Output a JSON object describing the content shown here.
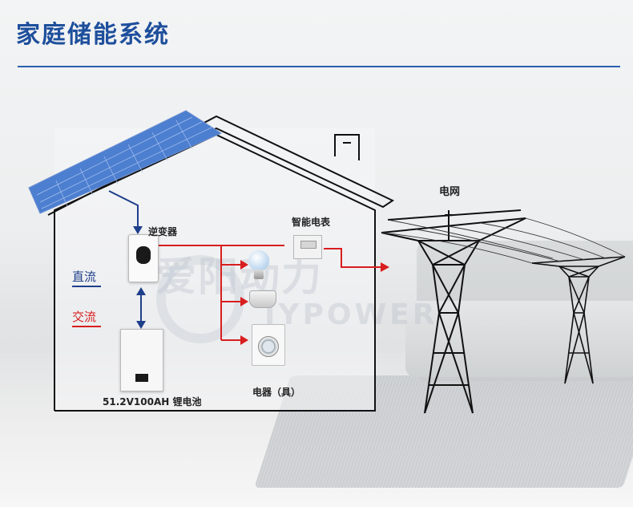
{
  "header": {
    "title": "家庭储能系统"
  },
  "labels": {
    "inverter": "逆变器",
    "meter": "智能电表",
    "grid": "电网",
    "appliances": "电器（具）",
    "battery": "51.2V100AH 锂电池"
  },
  "legend": {
    "dc": "直流",
    "ac": "交流"
  },
  "watermark": {
    "cn": "爱阳动力",
    "en": "IYPOWER"
  },
  "colors": {
    "title": "#1e4f9c",
    "dc_line": "#1e3f8c",
    "ac_line": "#d81e1e"
  },
  "icons": [
    "solar-panel-icon",
    "inverter-icon",
    "battery-icon",
    "smart-meter-icon",
    "light-bulb-icon",
    "rice-cooker-icon",
    "washing-machine-icon",
    "power-tower-icon"
  ]
}
